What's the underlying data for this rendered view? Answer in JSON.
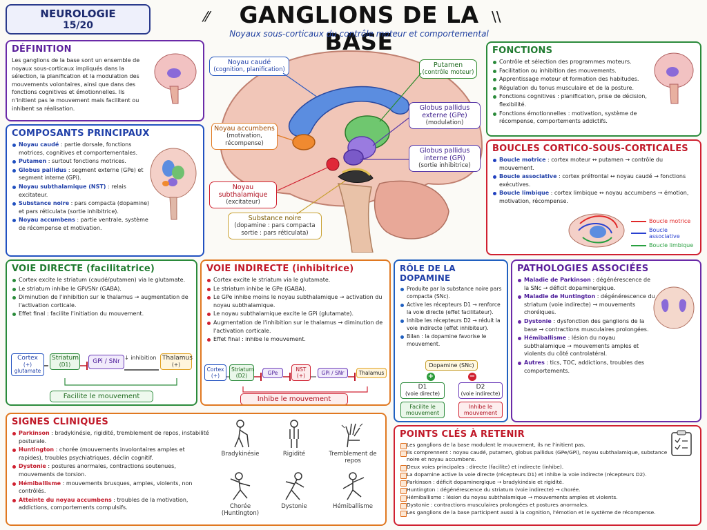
{
  "badge": {
    "line1": "NEUROLOGIE",
    "line2": "15/20"
  },
  "title": "GANGLIONS DE LA BASE",
  "subtitle": "Noyaux sous-corticaux du contrôle moteur et comportemental",
  "definition": {
    "heading": "DÉFINITION",
    "text": "Les ganglions de la base sont un ensemble de noyaux sous-corticaux impliqués dans la sélection, la planification et la modulation des mouvements volontaires, ainsi que dans des fonctions cognitives et émotionnelles. Ils n'initient pas le mouvement mais facilitent ou inhibent sa réalisation."
  },
  "composants": {
    "heading": "COMPOSANTS PRINCIPAUX",
    "items": [
      {
        "k": "Noyau caudé",
        "t": " : partie dorsale, fonctions motrices, cognitives et comportementales."
      },
      {
        "k": "Putamen",
        "t": " : surtout fonctions motrices."
      },
      {
        "k": "Globus pallidus",
        "t": " : segment externe (GPe) et segment interne (GPi)."
      },
      {
        "k": "Noyau subthalamique (NST)",
        "t": " : relais excitateur."
      },
      {
        "k": "Substance noire",
        "t": " : pars compacta (dopamine) et pars réticulata (sortie inhibitrice)."
      },
      {
        "k": "Noyau accumbens",
        "t": " : partie ventrale, système de récompense et motivation."
      }
    ]
  },
  "labels": {
    "caude": {
      "name": "Noyau caudé",
      "sub": "(cognition, planification)"
    },
    "putamen": {
      "name": "Putamen",
      "sub": "(contrôle moteur)"
    },
    "accumbens": {
      "name": "Noyau accumbens",
      "sub": "(motivation, récompense)"
    },
    "gpe": {
      "name": "Globus pallidus externe (GPe)",
      "sub": "(modulation)"
    },
    "gpi": {
      "name": "Globus pallidus interne (GPi)",
      "sub": "(sortie inhibitrice)"
    },
    "nst": {
      "name": "Noyau subthalamique",
      "sub": "(excitateur)"
    },
    "sn": {
      "name": "Substance noire",
      "sub": "(dopamine : pars compacta sortie : pars réticulata)"
    }
  },
  "fonctions": {
    "heading": "FONCTIONS",
    "items": [
      "Contrôle et sélection des programmes moteurs.",
      "Facilitation ou inhibition des mouvements.",
      "Apprentissage moteur et formation des habitudes.",
      "Régulation du tonus musculaire et de la posture.",
      "Fonctions cognitives : planification, prise de décision, flexibilité.",
      "Fonctions émotionnelles : motivation, système de récompense, comportements addictifs."
    ]
  },
  "boucles": {
    "heading": "BOUCLES CORTICO-SOUS-CORTICALES",
    "items": [
      {
        "k": "Boucle motrice",
        "t": " : cortex moteur ↔ putamen → contrôle du mouvement."
      },
      {
        "k": "Boucle associative",
        "t": " : cortex préfrontal ↔ noyau caudé → fonctions exécutives."
      },
      {
        "k": "Boucle limbique",
        "t": " : cortex limbique ↔ noyau accumbens → émotion, motivation, récompense."
      }
    ],
    "legend": [
      {
        "label": "Boucle motrice",
        "color": "#e02828"
      },
      {
        "label": "Boucle associative",
        "color": "#2840d0"
      },
      {
        "label": "Boucle limbique",
        "color": "#28a040"
      }
    ]
  },
  "voie_directe": {
    "heading": "VOIE DIRECTE (facilitatrice)",
    "items": [
      "Cortex excite le striatum (caudé/putamen) via le glutamate.",
      "Le striatum inhibe le GPi/SNr (GABA).",
      "Diminution de l'inhibition sur le thalamus → augmentation de l'activation corticale.",
      "Effet final : facilite l'initiation du mouvement."
    ],
    "nodes": {
      "cortex": "Cortex",
      "cortex_sub": "(+) glutamate",
      "striatum": "Striatum",
      "striatum_sub": "(D1)",
      "gpi": "GPi / SNr",
      "inhib": "↓ inhibition",
      "thalamus": "Thalamus",
      "thalamus_sub": "(+)"
    },
    "result": "Facilite le mouvement"
  },
  "voie_indirecte": {
    "heading": "VOIE INDIRECTE (inhibitrice)",
    "items": [
      "Cortex excite le striatum via le glutamate.",
      "Le striatum inhibe le GPe (GABA).",
      "Le GPe inhibe moins le noyau subthalamique → activation du noyau subthalamique.",
      "Le noyau subthalamique excite le GPi (glutamate).",
      "Augmentation de l'inhibition sur le thalamus → diminution de l'activation corticale.",
      "Effet final : inhibe le mouvement."
    ],
    "nodes": {
      "cortex": "Cortex",
      "cortex_sub": "(+)",
      "striatum": "Striatum",
      "striatum_sub": "(D2)",
      "gpe": "GPe",
      "nst": "NST",
      "nst_sub": "(+)",
      "gpi": "GPi / SNr",
      "thalamus": "Thalamus"
    },
    "result": "Inhibe le mouvement"
  },
  "dopamine": {
    "heading": "RÔLE DE LA DOPAMINE",
    "items": [
      "Produite par la substance noire pars compacta (SNc).",
      "Active les récepteurs D1 → renforce la voie directe (effet facilitateur).",
      "Inhibe les récepteurs D2 → réduit la voie indirecte (effet inhibiteur).",
      "Bilan : la dopamine favorise le mouvement."
    ],
    "source": "Dopamine (SNc)",
    "d1": "D1",
    "d1_sub": "(voie directe)",
    "d2": "D2",
    "d2_sub": "(voie indirecte)",
    "r1": "Facilite le mouvement",
    "r2": "Inhibe le mouvement",
    "plus": "+",
    "minus": "−"
  },
  "pathologies": {
    "heading": "PATHOLOGIES ASSOCIÉES",
    "items": [
      {
        "k": "Maladie de Parkinson",
        "t": " : dégénérescence de la SNc → déficit dopaminergique."
      },
      {
        "k": "Maladie de Huntington",
        "t": " : dégénérescence du striatum (voie indirecte) → mouvements choréiques."
      },
      {
        "k": "Dystonie",
        "t": " : dysfonction des ganglions de la base → contractions musculaires prolongées."
      },
      {
        "k": "Hémiballisme",
        "t": " : lésion du noyau subthalamique → mouvements amples et violents du côté controlatéral."
      },
      {
        "k": "Autres",
        "t": " : tics, TOC, addictions, troubles des comportements."
      }
    ]
  },
  "signes": {
    "heading": "SIGNES CLINIQUES",
    "items": [
      {
        "k": "Parkinson",
        "t": " : bradykinésie, rigidité, tremblement de repos, instabilité posturale."
      },
      {
        "k": "Huntington",
        "t": " : chorée (mouvements involontaires amples et rapides), troubles psychiatriques, déclin cognitif."
      },
      {
        "k": "Dystonie",
        "t": " : postures anormales, contractions soutenues, mouvements de torsion."
      },
      {
        "k": "Hémiballisme",
        "t": " : mouvements brusques, amples, violents, non contrôlés."
      },
      {
        "k": "Atteinte du noyau accumbens",
        "t": " : troubles de la motivation, addictions, comportements compulsifs."
      }
    ],
    "figures": [
      "Bradykinésie",
      "Rigidité",
      "Tremblement de repos",
      "Chorée (Huntington)",
      "Dystonie",
      "Hémiballisme"
    ]
  },
  "points": {
    "heading": "POINTS CLÉS À RETENIR",
    "items": [
      "Les ganglions de la base modulent le mouvement, ils ne l'initient pas.",
      "Ils comprennent : noyau caudé, putamen, globus pallidus (GPe/GPi), noyau subthalamique, substance noire et noyau accumbens.",
      "Deux voies principales : directe (facilite) et indirecte (inhibe).",
      "La dopamine active la voie directe (récepteurs D1) et inhibe la voie indirecte (récepteurs D2).",
      "Parkinson : déficit dopaminergique → bradykinésie et rigidité.",
      "Huntington : dégénérescence du striatum (voie indirecte) → chorée.",
      "Hémiballisme : lésion du noyau subthalamique → mouvements amples et violents.",
      "Dystonie : contractions musculaires prolongées et postures anormales.",
      "Les ganglions de la base participent aussi à la cognition, l'émotion et le système de récompense."
    ]
  }
}
